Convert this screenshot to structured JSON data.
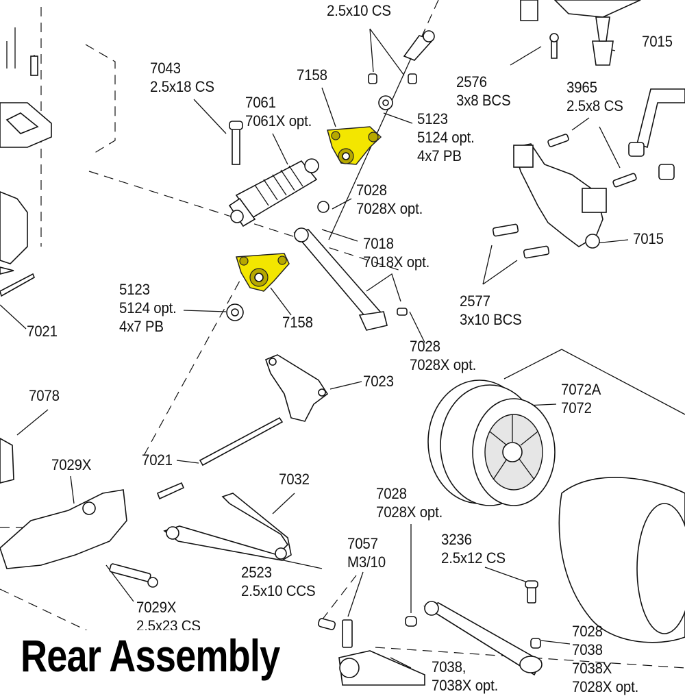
{
  "title": "Rear Assembly",
  "highlight_color": "#f3e600",
  "callouts": [
    {
      "id": "c-2-5x10cs-top",
      "lines": [
        "2.5x10 CS"
      ]
    },
    {
      "id": "c-7043",
      "lines": [
        "7043",
        "2.5x18 CS"
      ]
    },
    {
      "id": "c-7158-top",
      "lines": [
        "7158"
      ]
    },
    {
      "id": "c-7061",
      "lines": [
        "7061",
        "7061X opt."
      ]
    },
    {
      "id": "c-5123-top",
      "lines": [
        "5123",
        "5124 opt.",
        "4x7 PB"
      ]
    },
    {
      "id": "c-2576",
      "lines": [
        "2576",
        "3x8 BCS"
      ]
    },
    {
      "id": "c-3965",
      "lines": [
        "3965",
        "2.5x8 CS"
      ]
    },
    {
      "id": "c-7015-top",
      "lines": [
        "7015"
      ]
    },
    {
      "id": "c-7028-a",
      "lines": [
        "7028",
        "7028X opt."
      ]
    },
    {
      "id": "c-7018",
      "lines": [
        "7018",
        "7018X opt."
      ]
    },
    {
      "id": "c-7015-mid",
      "lines": [
        "7015"
      ]
    },
    {
      "id": "c-2577",
      "lines": [
        "2577",
        "3x10 BCS"
      ]
    },
    {
      "id": "c-5123-mid",
      "lines": [
        "5123",
        "5124 opt.",
        "4x7 PB"
      ]
    },
    {
      "id": "c-7158-mid",
      "lines": [
        "7158"
      ]
    },
    {
      "id": "c-7021-left",
      "lines": [
        "7021"
      ]
    },
    {
      "id": "c-7028-b",
      "lines": [
        "7028",
        "7028X opt."
      ]
    },
    {
      "id": "c-7023",
      "lines": [
        "7023"
      ]
    },
    {
      "id": "c-7072",
      "lines": [
        "7072A",
        "7072"
      ]
    },
    {
      "id": "c-7078",
      "lines": [
        "7078"
      ]
    },
    {
      "id": "c-7029x-a",
      "lines": [
        "7029X"
      ]
    },
    {
      "id": "c-7021-mid",
      "lines": [
        "7021"
      ]
    },
    {
      "id": "c-7032",
      "lines": [
        "7032"
      ]
    },
    {
      "id": "c-7028-c",
      "lines": [
        "7028",
        "7028X opt."
      ]
    },
    {
      "id": "c-7057",
      "lines": [
        "7057",
        "M3/10"
      ]
    },
    {
      "id": "c-3236",
      "lines": [
        "3236",
        "2.5x12 CS"
      ]
    },
    {
      "id": "c-2523",
      "lines": [
        "2523",
        "2.5x10 CCS"
      ]
    },
    {
      "id": "c-7029x-b",
      "lines": [
        "7029X",
        "2.5x23 CS"
      ]
    },
    {
      "id": "c-7028-d",
      "lines": [
        "7028",
        "7038",
        "7038X",
        "7028X opt."
      ]
    },
    {
      "id": "c-7038-bottom",
      "lines": [
        "7038,",
        "7038X opt."
      ]
    }
  ]
}
